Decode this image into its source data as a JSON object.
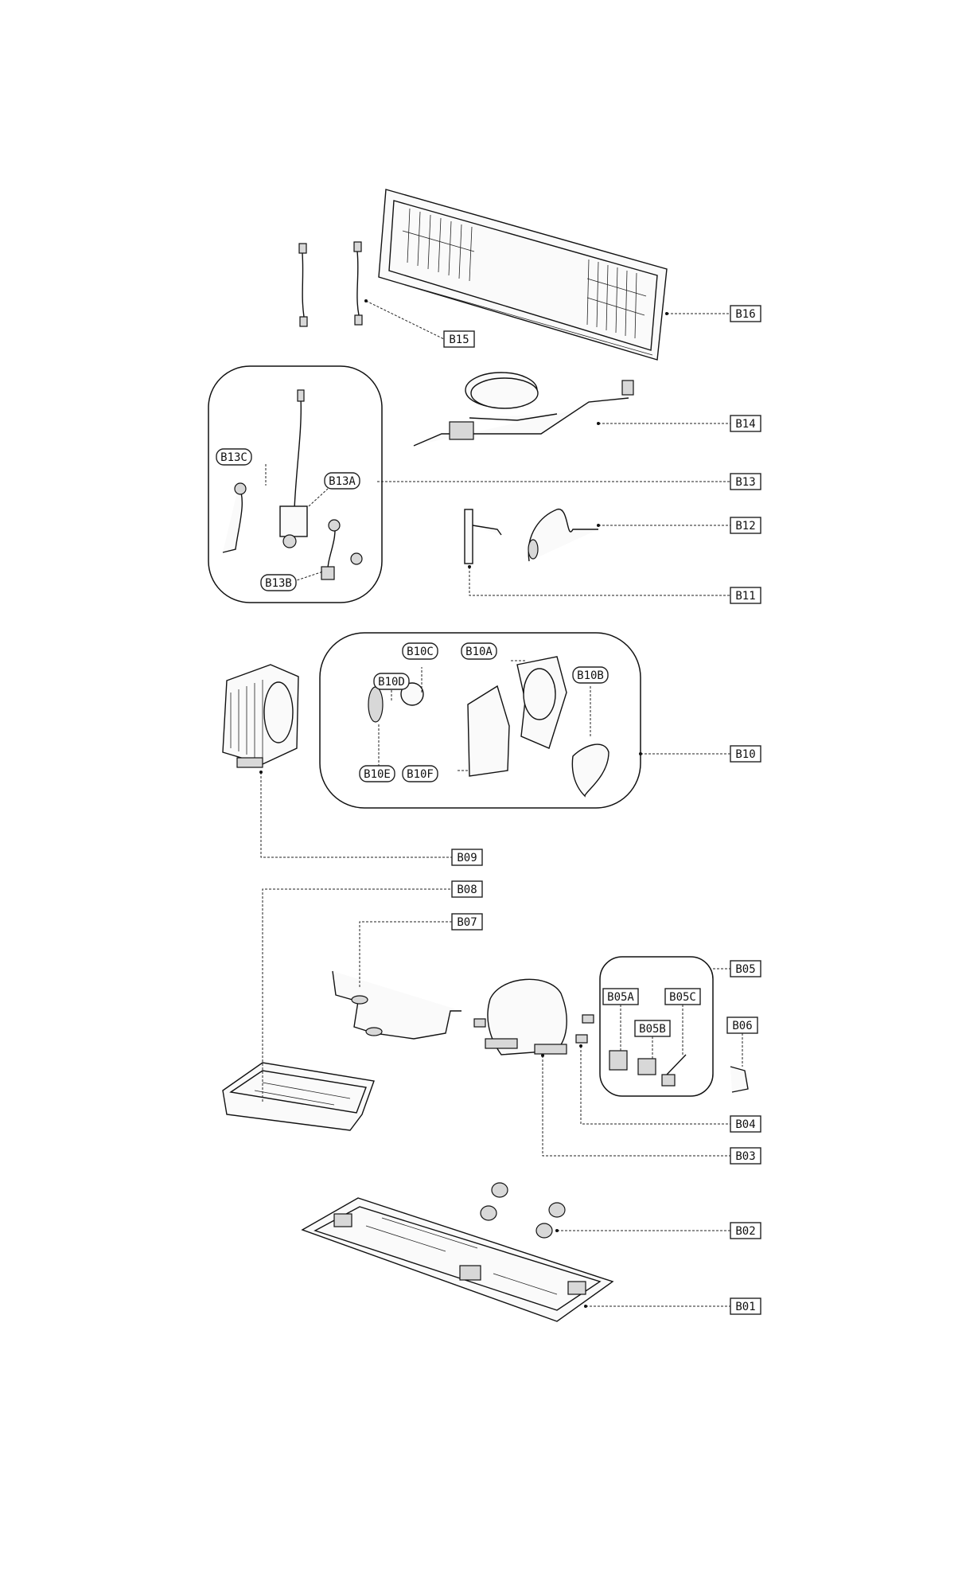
{
  "labels": {
    "b16": "B16",
    "b15": "B15",
    "b14": "B14",
    "b13": "B13",
    "b13a": "B13A",
    "b13b": "B13B",
    "b13c": "B13C",
    "b12": "B12",
    "b11": "B11",
    "b10": "B10",
    "b10a": "B10A",
    "b10b": "B10B",
    "b10c": "B10C",
    "b10d": "B10D",
    "b10e": "B10E",
    "b10f": "B10F",
    "b09": "B09",
    "b08": "B08",
    "b07": "B07",
    "b06": "B06",
    "b05": "B05",
    "b05a": "B05A",
    "b05b": "B05B",
    "b05c": "B05C",
    "b04": "B04",
    "b03": "B03",
    "b02": "B02",
    "b01": "B01"
  }
}
